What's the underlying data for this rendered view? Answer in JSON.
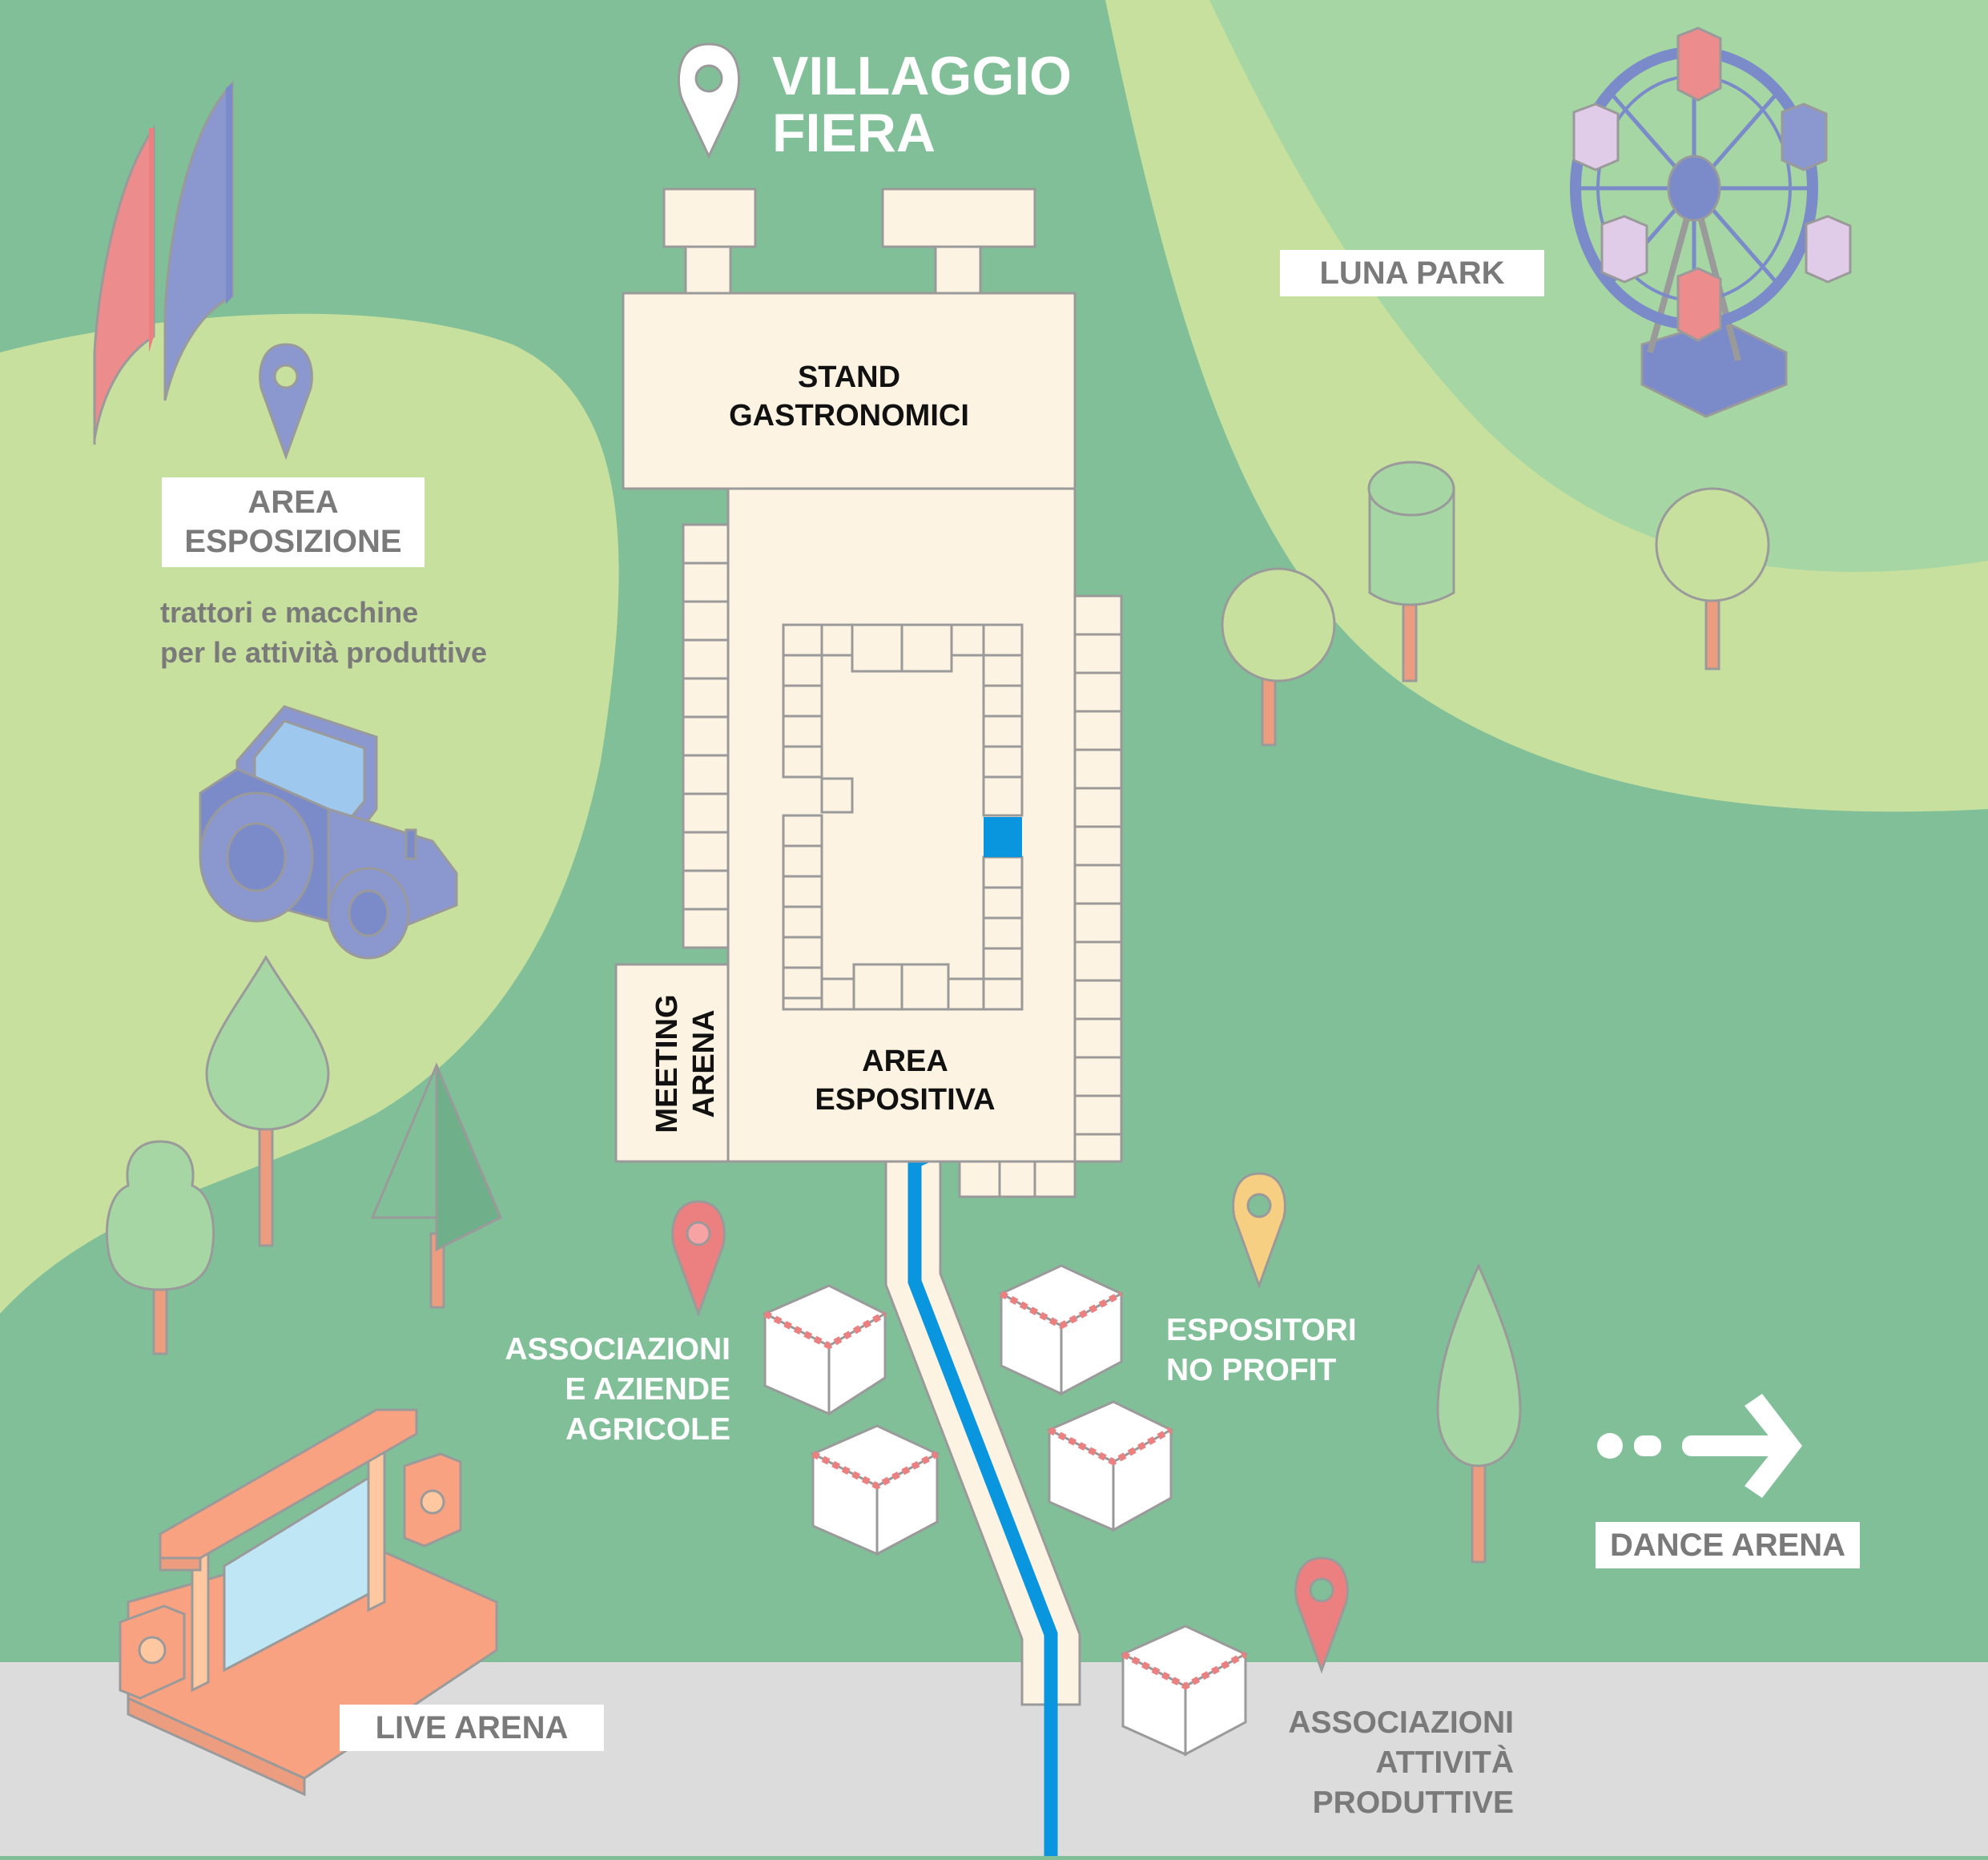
{
  "title": {
    "line1": "VILLAGGIO",
    "line2": "FIERA"
  },
  "areas": {
    "stand": {
      "line1": "STAND",
      "line2": "GASTRONOMICI"
    },
    "espositiva": {
      "line1": "AREA",
      "line2": "ESPOSITIVA"
    },
    "meeting": {
      "line1": "MEETING",
      "line2": "ARENA"
    },
    "luna_park": "LUNA PARK",
    "esposizione": {
      "line1": "AREA",
      "line2": "ESPOSIZIONE"
    },
    "esposizione_desc": {
      "line1": "trattori e macchine",
      "line2": "per le attività produttive"
    },
    "live_arena": "LIVE ARENA",
    "dance_arena": "DANCE ARENA",
    "associazioni_agricole": {
      "line1": "ASSOCIAZIONI",
      "line2": "E AZIENDE",
      "line3": "AGRICOLE"
    },
    "espositori_no_profit": {
      "line1": "ESPOSITORI",
      "line2": "NO PROFIT"
    },
    "associazioni_produttive": {
      "line1": "ASSOCIAZIONI",
      "line2": "ATTIVITÀ",
      "line3": "PRODUTTIVE"
    }
  },
  "colors": {
    "grass": "#81bf99",
    "light_grass": "#c8e09e",
    "luna_park_grass": "#a5d6a3",
    "building": "#fdf3e2",
    "outline": "#9a9a9a",
    "road": "#dcdcdc",
    "path_blue": "#0a96de",
    "pin_blue": "#7b8bc9",
    "pin_red": "#ec7f7f",
    "pin_yellow": "#f7cf83",
    "white": "#ffffff"
  },
  "icons": [
    "location-pin-icon",
    "tractor-icon",
    "ferris-wheel-icon",
    "stage-icon",
    "gazebo-icon",
    "tree-icon",
    "flag-banner-icon",
    "arrow-right-icon"
  ]
}
